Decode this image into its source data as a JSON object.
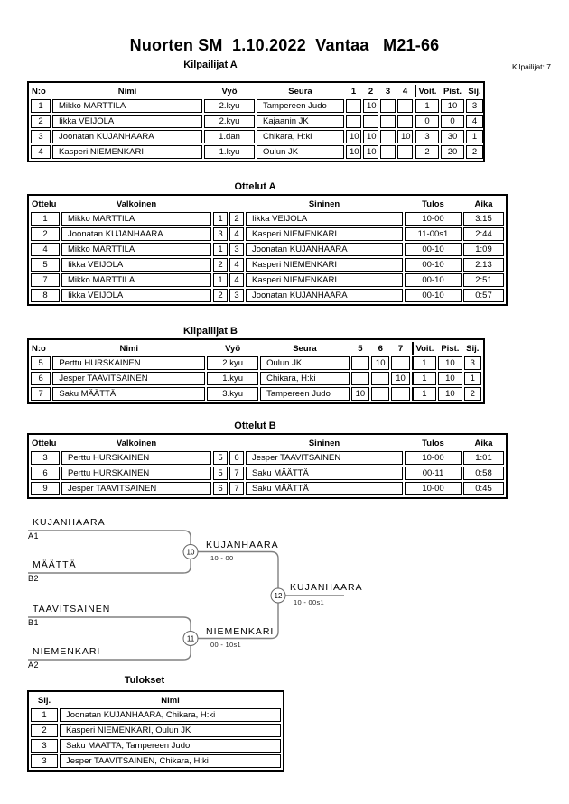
{
  "page": {
    "title": "Nuorten SM  1.10.2022  Vantaa   M21-66",
    "competitors_count_label": "Kilpailijat: 7"
  },
  "colors": {
    "bracket_line": "#808080",
    "border": "#000000",
    "background": "#ffffff"
  },
  "sections": {
    "kilpailijat_a": {
      "title": "Kilpailijat A",
      "headers": [
        "N:o",
        "Nimi",
        "Vyö",
        "Seura",
        "1",
        "2",
        "3",
        "4",
        "Voit.",
        "Pist.",
        "Sij."
      ],
      "rows": [
        [
          "1",
          "Mikko MARTTILA",
          "2.kyu",
          "Tampereen Judo",
          "",
          "10",
          "",
          "",
          "1",
          "10",
          "3"
        ],
        [
          "2",
          "Iikka VEIJOLA",
          "2.kyu",
          "Kajaanin JK",
          "",
          "",
          "",
          "",
          "0",
          "0",
          "4"
        ],
        [
          "3",
          "Joonatan KUJANHAARA",
          "1.dan",
          "Chikara, H:ki",
          "10",
          "10",
          "",
          "10",
          "3",
          "30",
          "1"
        ],
        [
          "4",
          "Kasperi NIEMENKARI",
          "1.kyu",
          "Oulun JK",
          "10",
          "10",
          "",
          "",
          "2",
          "20",
          "2"
        ]
      ]
    },
    "ottelut_a": {
      "title": "Ottelut A",
      "headers": [
        "Ottelu",
        "Valkoinen",
        "",
        "",
        "Sininen",
        "Tulos",
        "Aika"
      ],
      "rows": [
        [
          "1",
          "Mikko MARTTILA",
          "1",
          "2",
          "Iikka VEIJOLA",
          "10-00",
          "3:15"
        ],
        [
          "2",
          "Joonatan KUJANHAARA",
          "3",
          "4",
          "Kasperi NIEMENKARI",
          "11-00s1",
          "2:44"
        ],
        [
          "4",
          "Mikko MARTTILA",
          "1",
          "3",
          "Joonatan KUJANHAARA",
          "00-10",
          "1:09"
        ],
        [
          "5",
          "Iikka VEIJOLA",
          "2",
          "4",
          "Kasperi NIEMENKARI",
          "00-10",
          "2:13"
        ],
        [
          "7",
          "Mikko MARTTILA",
          "1",
          "4",
          "Kasperi NIEMENKARI",
          "00-10",
          "2:51"
        ],
        [
          "8",
          "Iikka VEIJOLA",
          "2",
          "3",
          "Joonatan KUJANHAARA",
          "00-10",
          "0:57"
        ]
      ]
    },
    "kilpailijat_b": {
      "title": "Kilpailijat B",
      "headers": [
        "N:o",
        "Nimi",
        "Vyö",
        "Seura",
        "5",
        "6",
        "7",
        "Voit.",
        "Pist.",
        "Sij."
      ],
      "rows": [
        [
          "5",
          "Perttu HURSKAINEN",
          "2.kyu",
          "Oulun JK",
          "",
          "10",
          "",
          "1",
          "10",
          "3"
        ],
        [
          "6",
          "Jesper TAAVITSAINEN",
          "1.kyu",
          "Chikara, H:ki",
          "",
          "",
          "10",
          "1",
          "10",
          "1"
        ],
        [
          "7",
          "Saku MÄÄTTÄ",
          "3.kyu",
          "Tampereen Judo",
          "10",
          "",
          "",
          "1",
          "10",
          "2"
        ]
      ]
    },
    "ottelut_b": {
      "title": "Ottelut B",
      "headers": [
        "Ottelu",
        "Valkoinen",
        "",
        "",
        "Sininen",
        "Tulos",
        "Aika"
      ],
      "rows": [
        [
          "3",
          "Perttu HURSKAINEN",
          "5",
          "6",
          "Jesper TAAVITSAINEN",
          "10-00",
          "1:01"
        ],
        [
          "6",
          "Perttu HURSKAINEN",
          "5",
          "7",
          "Saku MÄÄTTÄ",
          "00-11",
          "0:58"
        ],
        [
          "9",
          "Jesper TAAVITSAINEN",
          "6",
          "7",
          "Saku MÄÄTTÄ",
          "10-00",
          "0:45"
        ]
      ]
    },
    "bracket": {
      "sf1": {
        "top_name": "KUJANHAARA",
        "top_seed": "A1",
        "bottom_name": "MÄÄTTÄ",
        "bottom_seed": "B2",
        "match_no": "10",
        "winner": "KUJANHAARA",
        "score": "10 - 00"
      },
      "sf2": {
        "top_name": "TAAVITSAINEN",
        "top_seed": "B1",
        "bottom_name": "NIEMENKARI",
        "bottom_seed": "A2",
        "match_no": "11",
        "winner": "NIEMENKARI",
        "score": "00 - 10s1"
      },
      "final": {
        "match_no": "12",
        "winner": "KUJANHAARA",
        "score": "10 - 00s1"
      }
    },
    "tulokset": {
      "title": "Tulokset",
      "headers": [
        "Sij.",
        "Nimi"
      ],
      "rows": [
        [
          "1",
          "Joonatan KUJANHAARA, Chikara, H:ki"
        ],
        [
          "2",
          "Kasperi NIEMENKARI, Oulun JK"
        ],
        [
          "3",
          "Saku MAATTA, Tampereen Judo"
        ],
        [
          "3",
          "Jesper TAAVITSAINEN, Chikara, H:ki"
        ]
      ]
    }
  }
}
